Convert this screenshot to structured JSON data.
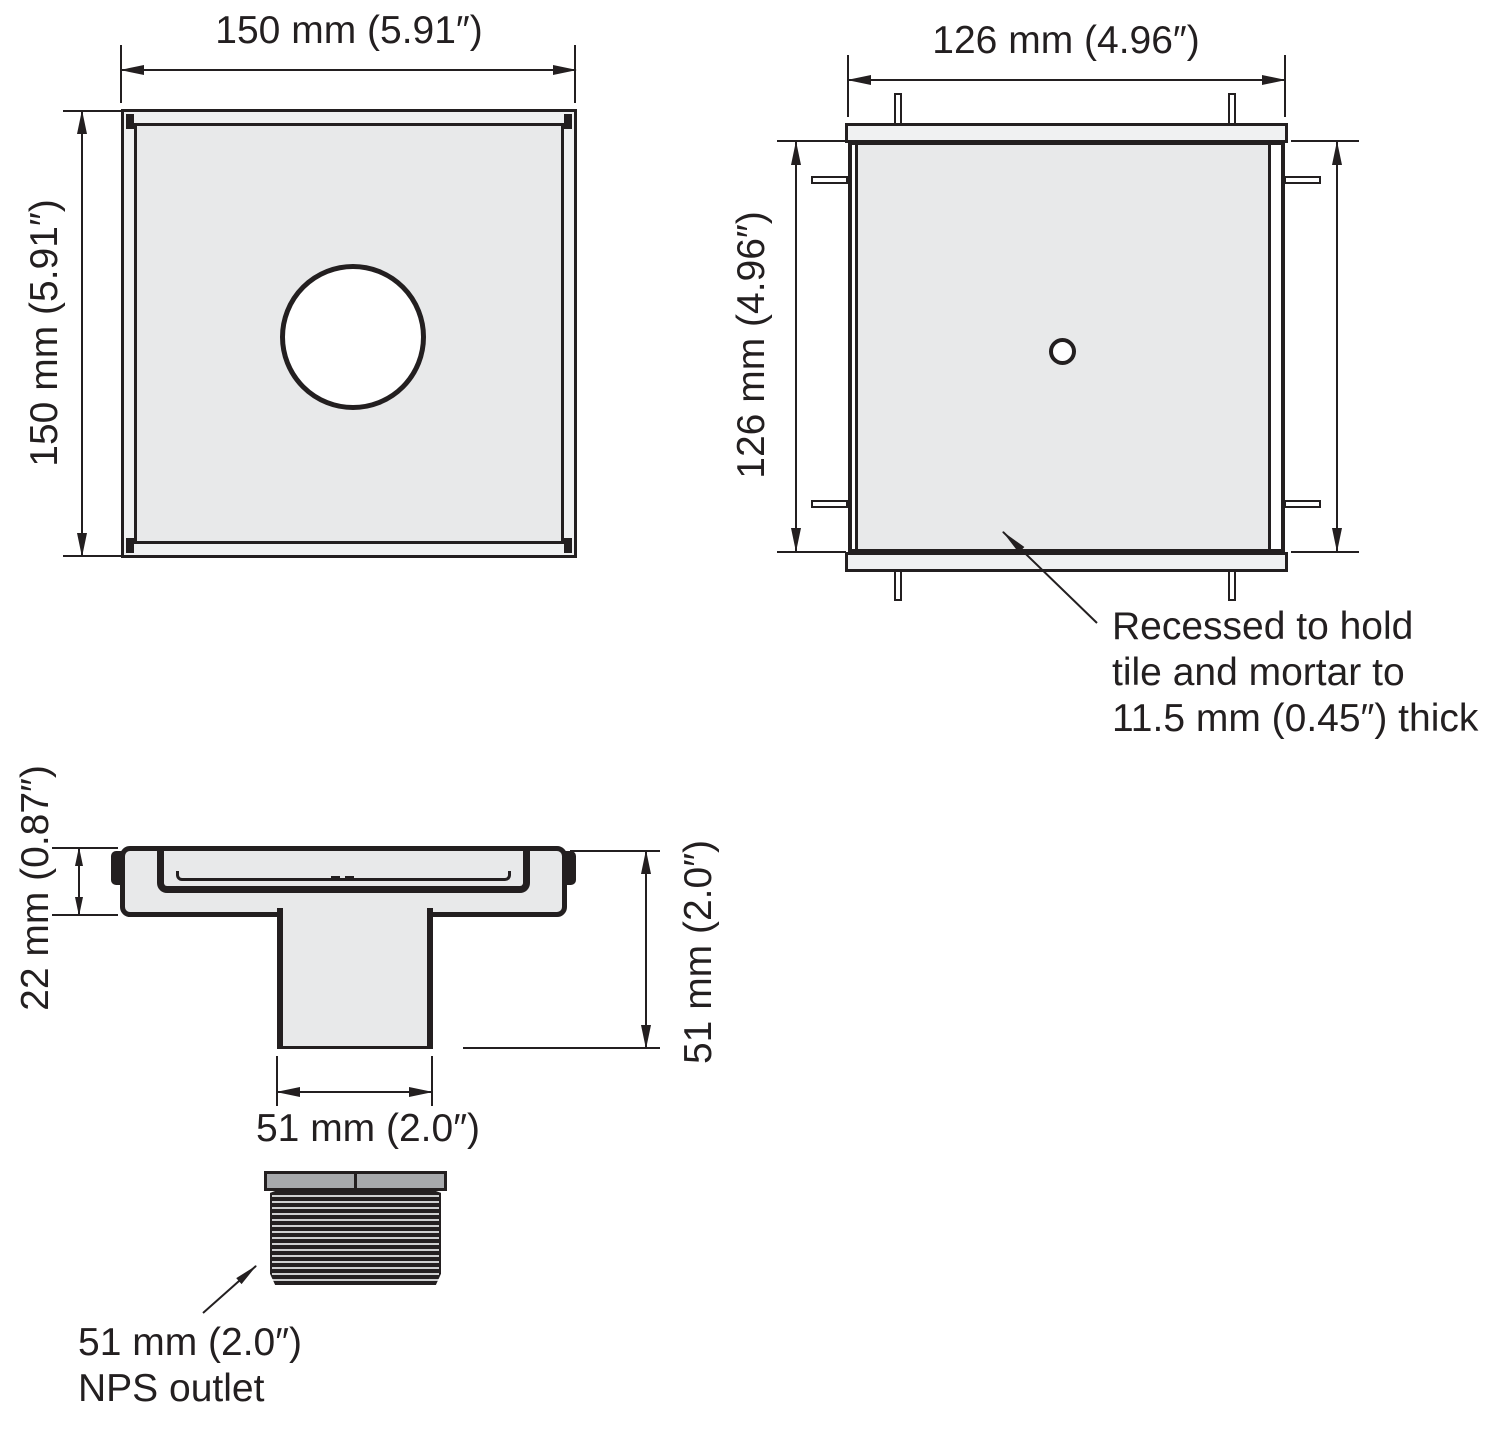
{
  "colors": {
    "line": "#231f20",
    "fill": "#e8e9ea",
    "fill_light": "#f0f1f2",
    "cap_fill": "#a7a9ac"
  },
  "views": {
    "grate_top": {
      "width_label": "150 mm (5.91″)",
      "height_label": "150 mm (5.91″)"
    },
    "recess_top": {
      "width_label": "126 mm (4.96″)",
      "height_label": "126 mm (4.96″)",
      "note": {
        "line1": "Recessed to hold",
        "line2": "tile and mortar to",
        "line3": "11.5 mm (0.45″) thick"
      }
    },
    "section": {
      "rim_height_label": "22 mm (0.87″)",
      "total_height_label": "51 mm (2.0″)",
      "outlet_width_label": "51 mm (2.0″)"
    },
    "outlet": {
      "size_label": "51 mm (2.0″)",
      "type_label": "NPS outlet"
    }
  }
}
